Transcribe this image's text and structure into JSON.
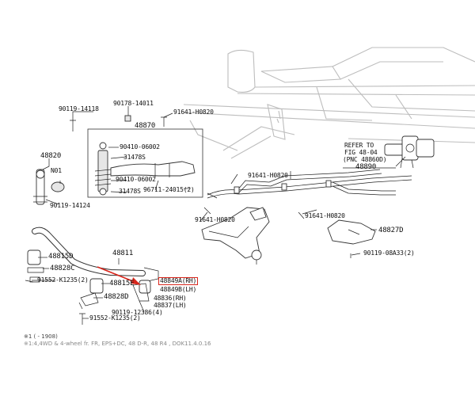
{
  "diagram": {
    "labels": {
      "p90119_14118": "90119-14118",
      "p90178_14011": "90178-14011",
      "p91641_h0820_a": "91641-H0820",
      "p48870": "48870",
      "p90410_06002_a": "90410-06002",
      "p31478s_a": "31478S",
      "p90410_06002_b": "90410-06002",
      "p31478s_b": "31478S",
      "p96711_24015": "96711-24015(2)",
      "p48820": "48820",
      "pn01": "N01",
      "p90119_14124": "90119-14124",
      "p91641_h0820_b": "91641-H0820",
      "p91641_h0820_c": "91641-H0820",
      "p91641_h0820_d": "91641-H0820",
      "refer_to": "REFER TO",
      "fig": "FIG 48-04",
      "pnc": "(PNC 48860D)",
      "p48890": "48890",
      "p48827d": "48827D",
      "p90119_08a33": "90119-08A33(2)",
      "p48811": "48811",
      "p48815d": "48815D",
      "p48828c": "48828C",
      "p91552_k1235_a": "91552-K1235(2)",
      "p48815e": "48815E",
      "p48849a": "48849A(RH)",
      "p48849b": "48849B(LH)",
      "p48828d": "48828D",
      "p48836": "48836(RH)",
      "p48837": "48837(LH)",
      "p90119_12386": "90119-12386(4)",
      "p91552_k1235_b": "91552-K1235(2)"
    },
    "footnote_1": "※1 (        -    1908)",
    "footnote_2": "※1:4,4WD & 4-wheel fr. FR, EPS+DC, 48 D-R, 48 R4 ,  DOK11.4.0.16"
  },
  "colors": {
    "highlight": "#d9261c",
    "line": "#222222",
    "background_art": "#bdbdbd"
  }
}
